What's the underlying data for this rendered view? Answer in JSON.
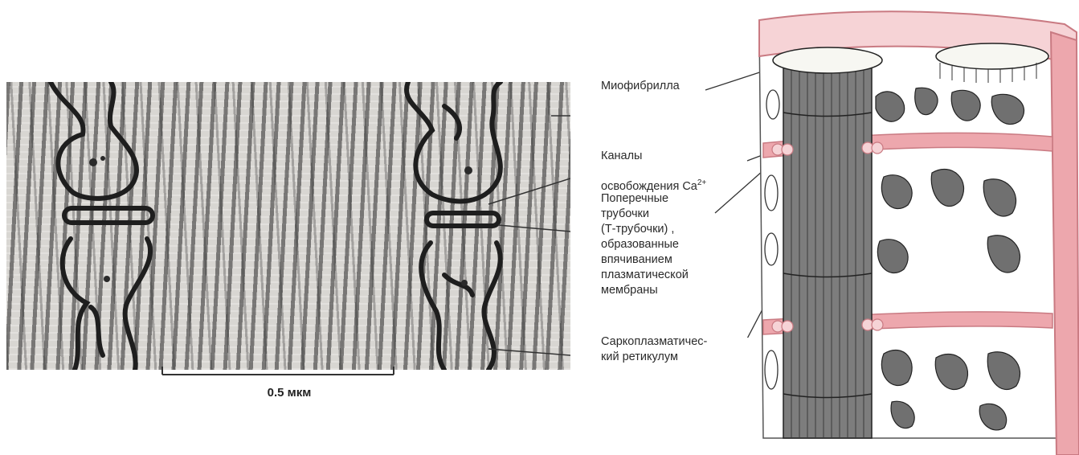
{
  "scale_bar": {
    "label": "0.5 мкм"
  },
  "labels": {
    "myofibril": "Миофибрилла",
    "ca_channels_line1": "Каналы",
    "ca_channels_line2": "освобождения Ca",
    "ca_superscript": "2+",
    "t_tubules": "Поперечные\nтрубочки\n(Т-трубочки) ,\nобразованные\nвпячиванием\nплазматической\nмембраны",
    "sr": "Саркоплазматичес-\nкий ретикулум"
  },
  "colors": {
    "membrane_pink": "#e8919a",
    "membrane_light": "#f6d3d6",
    "myofibril_dark": "#7d7d7d",
    "reticulum_dark": "#707070"
  }
}
